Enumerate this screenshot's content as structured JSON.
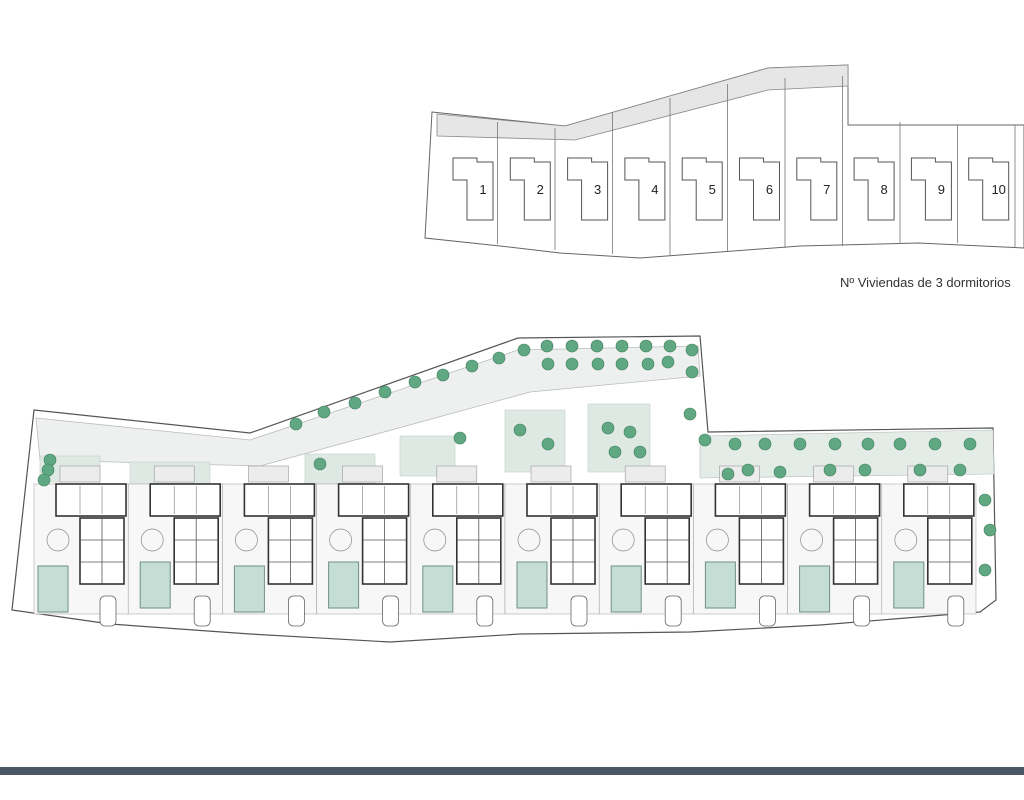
{
  "key_plan": {
    "units": [
      {
        "number": "1"
      },
      {
        "number": "2"
      },
      {
        "number": "3"
      },
      {
        "number": "4"
      },
      {
        "number": "5"
      },
      {
        "number": "6"
      },
      {
        "number": "7"
      },
      {
        "number": "8"
      },
      {
        "number": "9"
      },
      {
        "number": "10"
      }
    ]
  },
  "caption": "Nº Viviendas de 3 dormitorios",
  "site_plan": {
    "house_count": 10,
    "pool_count": 10
  },
  "colors": {
    "line": "#555555",
    "lot_fill": "#ffffff",
    "road_fill": "#e8ebea",
    "lawn": "#dfe9e4",
    "pool": "#c4ded6",
    "tree": "#5fa882",
    "bottom_bar": "#4a5663"
  }
}
